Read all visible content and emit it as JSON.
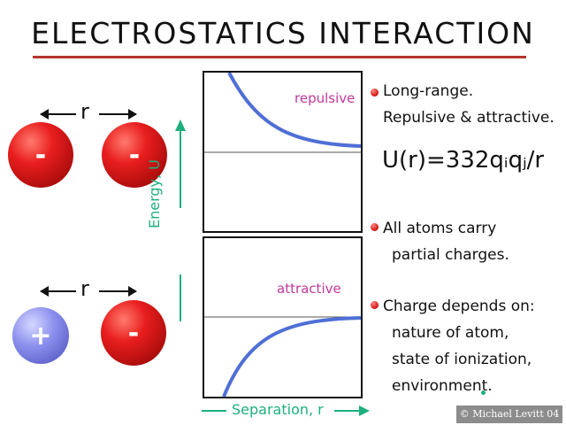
{
  "title": "ELECTROSTATICS INTERACTION",
  "pair_top": {
    "separation_label": "r",
    "left_charge": "-",
    "right_charge": "-"
  },
  "pair_bottom": {
    "separation_label": "r",
    "left_charge": "+",
    "right_charge": "-"
  },
  "panels": {
    "top_label": "repulsive",
    "bottom_label": "attractive"
  },
  "axes": {
    "y_label": "Energy, U",
    "x_label": "Separation, r"
  },
  "bullets": [
    {
      "lines": [
        "Long-range.",
        "Repulsive & attractive."
      ]
    },
    {
      "lines": [
        "All atoms carry",
        "partial charges."
      ]
    },
    {
      "lines": [
        "Charge depends on:",
        "nature of atom,",
        "state of ionization,",
        "environment."
      ]
    }
  ],
  "formula": "U(r)=332qᵢqⱼ/r",
  "copyright": "© Michael Levitt 04",
  "colors": {
    "accent_rule": "#b5362b",
    "curve": "#4f6fd6",
    "axis": "#1db07c",
    "panel_label": "#c2399a"
  }
}
